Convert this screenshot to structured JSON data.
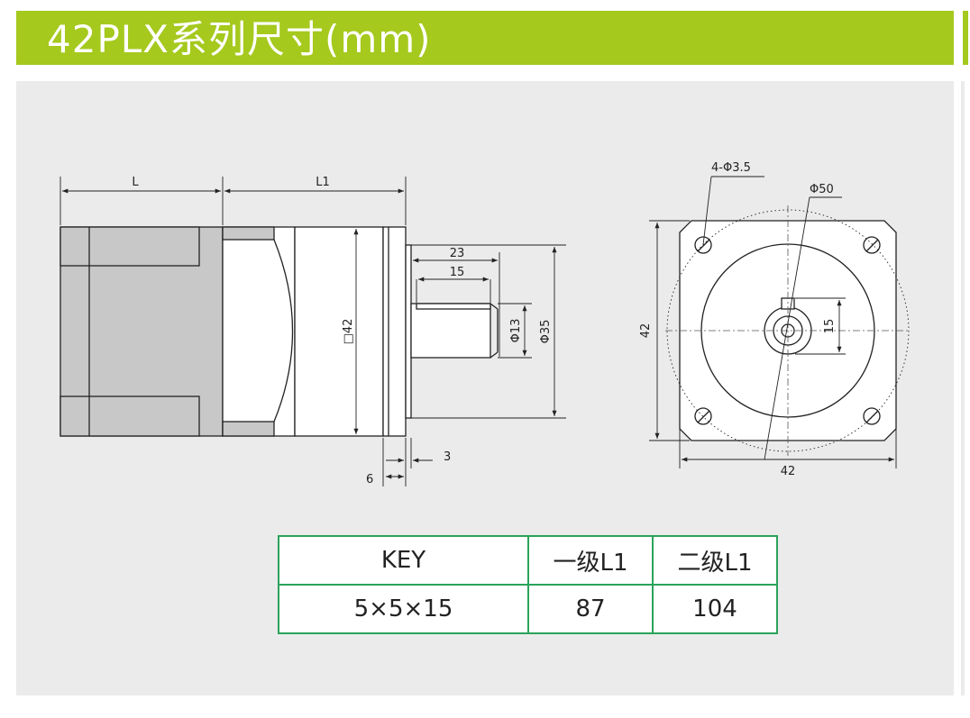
{
  "title": "42PLX系列尺寸(mm)",
  "colors": {
    "title_bg": "#a5c91d",
    "panel_bg": "#ebebeb",
    "table_border": "#2aa35a",
    "motor_fill": "#c8c8c8"
  },
  "side_view": {
    "dim_L": "L",
    "dim_L1": "L1",
    "dim_23": "23",
    "dim_15": "15",
    "dim_sq42": "□42",
    "dim_phi13": "Φ13",
    "dim_phi35": "Φ35",
    "dim_3": "3",
    "dim_6": "6"
  },
  "front_view": {
    "dim_holes": "4-Φ3.5",
    "dim_phi50": "Φ50",
    "dim_42_v": "42",
    "dim_42_h": "42",
    "dim_15": "15"
  },
  "table": {
    "headers": [
      "KEY",
      "一级L1",
      "二级L1"
    ],
    "row": [
      "5×5×15",
      "87",
      "104"
    ]
  }
}
